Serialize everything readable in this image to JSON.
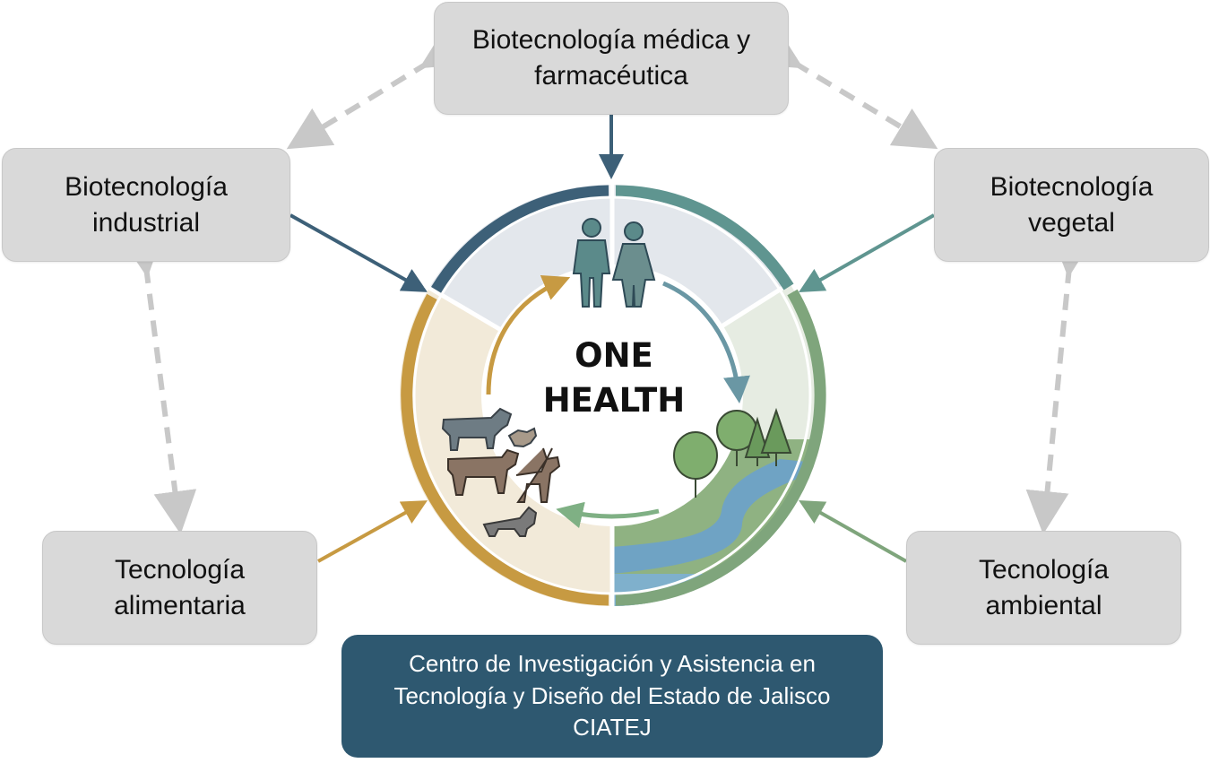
{
  "center": {
    "title": "ONE\nHEALTH"
  },
  "nodes": {
    "medica": "Biotecnología médica y\nfarmacéutica",
    "industrial": "Biotecnología\nindustrial",
    "vegetal": "Biotecnología\nvegetal",
    "alimentaria": "Tecnología\nalimentaria",
    "ambiental": "Tecnología\nambiental"
  },
  "institution": "Centro de Investigación y Asistencia en\nTecnología y Diseño del Estado de Jalisco\nCIATEJ",
  "colors": {
    "human_ring": "#3d6078",
    "plant_ring": "#5f9590",
    "env_ring": "#7fa57c",
    "animal_ring": "#c79a42",
    "box_fill": "#d9d9d9",
    "dashed_arrow": "#c8c8c8",
    "institution_fill": "#2e5870"
  },
  "icons": [
    "people-icon",
    "cattle-icon",
    "chicken-icon",
    "deer-icon",
    "fox-icon",
    "tree-icon",
    "river-icon"
  ]
}
